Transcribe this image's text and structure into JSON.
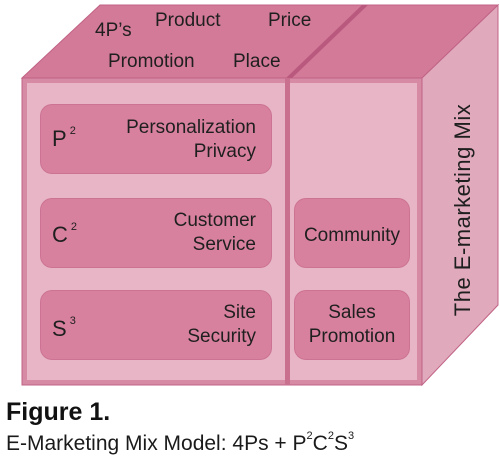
{
  "top_face": {
    "labels": [
      "4P’s",
      "Product",
      "Price",
      "Promotion",
      "Place"
    ]
  },
  "side_face": {
    "title": "The E-marketing Mix"
  },
  "left_boxes": [
    {
      "base": "P",
      "exponent": "2",
      "lines": [
        "Personalization",
        "Privacy"
      ]
    },
    {
      "base": "C",
      "exponent": "2",
      "lines": [
        "Customer",
        "Service"
      ]
    },
    {
      "base": "S",
      "exponent": "3",
      "lines": [
        "Site",
        "Security"
      ]
    }
  ],
  "right_boxes": [
    {
      "lines": [
        "Community"
      ]
    },
    {
      "lines": [
        "Sales",
        "Promotion"
      ]
    }
  ],
  "figure": {
    "title": "Figure 1.",
    "caption_prefix": "E-Marketing Mix Model: 4Ps + ",
    "caption_terms": [
      {
        "base": "P",
        "exponent": "2"
      },
      {
        "base": "C",
        "exponent": "2"
      },
      {
        "base": "S",
        "exponent": "3"
      }
    ]
  },
  "colors": {
    "top_face": "#d37a98",
    "front_panel": "#e8b5c6",
    "right_face": "#e0a9bc",
    "box": "#d8819f",
    "edge": "#b9597e"
  }
}
